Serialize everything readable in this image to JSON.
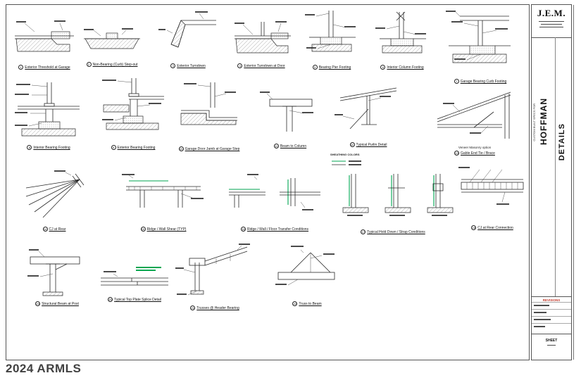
{
  "page": {
    "watermark": "2024 ARMLS"
  },
  "colors": {
    "line": "#2a2a2a",
    "hatch_gray": "#8a8a8a",
    "sheathing_green": "#00a651",
    "revision_red": "#c0392b"
  },
  "title_block": {
    "logo": "J.E.M.",
    "spec_label": "CUSTOM BUILT SPECS FOR",
    "client_name": "HOFFMAN",
    "sheet_title": "DETAILS",
    "revisions_label": "REVISIONS",
    "sheet_label": "SHEET"
  },
  "details": [
    {
      "num": "1",
      "title": "Exterior Threshold at Garage"
    },
    {
      "num": "2",
      "title": "Non-Bearing (Curb) Step-out"
    },
    {
      "num": "3",
      "title": "Exterior Turndown"
    },
    {
      "num": "4",
      "title": "Exterior Turndown at Door"
    },
    {
      "num": "5",
      "title": "Bearing Pier Footing"
    },
    {
      "num": "6",
      "title": "Interior Column Footing"
    },
    {
      "num": "7",
      "title": "Garage Bearing Curb Footing"
    },
    {
      "num": "8",
      "title": "Interior Bearing Footing"
    },
    {
      "num": "9",
      "title": "Exterior Bearing Footing"
    },
    {
      "num": "10",
      "title": "Garage Door Jamb at Garage Step"
    },
    {
      "num": "11",
      "title": "Beam to Column"
    },
    {
      "num": "12",
      "title": "Typical Purlin Detail"
    },
    {
      "num": "13",
      "title": "Gable End  Tie / Brace",
      "subtitle": "Veneer Masonry option"
    },
    {
      "num": "14",
      "title": "CJ at Rear"
    },
    {
      "num": "15",
      "title": "Ridge / Wall Shear (TYP)"
    },
    {
      "num": "16",
      "title": "Ridge / Wall / Floor Transfer Conditions"
    },
    {
      "num": "17",
      "title": "Typical Hold Down / Strap Conditions",
      "legend": "SHEATHING COLORS"
    },
    {
      "num": "18",
      "title": "CJ at Rear Connection"
    },
    {
      "num": "19",
      "title": "Structural Beam at Post"
    },
    {
      "num": "20",
      "title": "Typical Top Plate Splice Detail"
    },
    {
      "num": "21",
      "title": "Trusses @ Header Bearing"
    },
    {
      "num": "22",
      "title": "Truss to Beam"
    }
  ]
}
